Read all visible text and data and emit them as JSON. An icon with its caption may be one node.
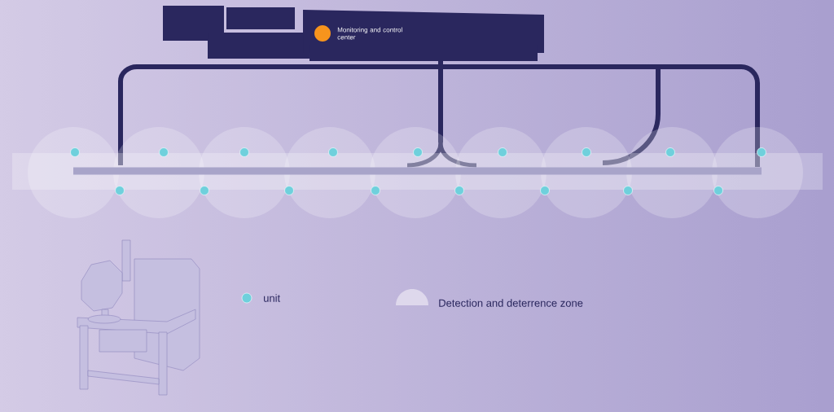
{
  "diagram": {
    "labels": [
      "Monitoring and control center"
    ],
    "legend": [
      {
        "text": "unit",
        "color": "#6fd0dc"
      },
      {
        "text": "Detection and deterrence zone"
      }
    ]
  }
}
